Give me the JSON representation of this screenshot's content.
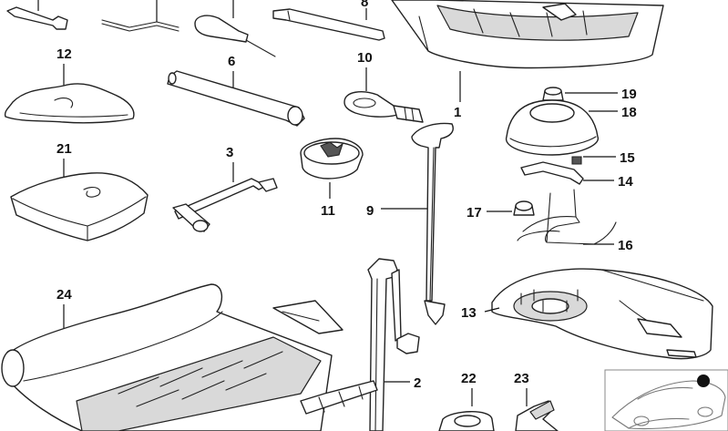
{
  "labels": {
    "p1": "1",
    "p2": "2",
    "p3": "3",
    "p6": "6",
    "p8": "8",
    "p9": "9",
    "p10": "10",
    "p11": "11",
    "p12": "12",
    "p13": "13",
    "p14": "14",
    "p15": "15",
    "p16": "16",
    "p17": "17",
    "p18": "18",
    "p19": "19",
    "p21": "21",
    "p22": "22",
    "p23": "23",
    "p24": "24"
  },
  "icons": {
    "car_thumbnail": "car-location-icon",
    "marker": "location-dot-icon"
  }
}
